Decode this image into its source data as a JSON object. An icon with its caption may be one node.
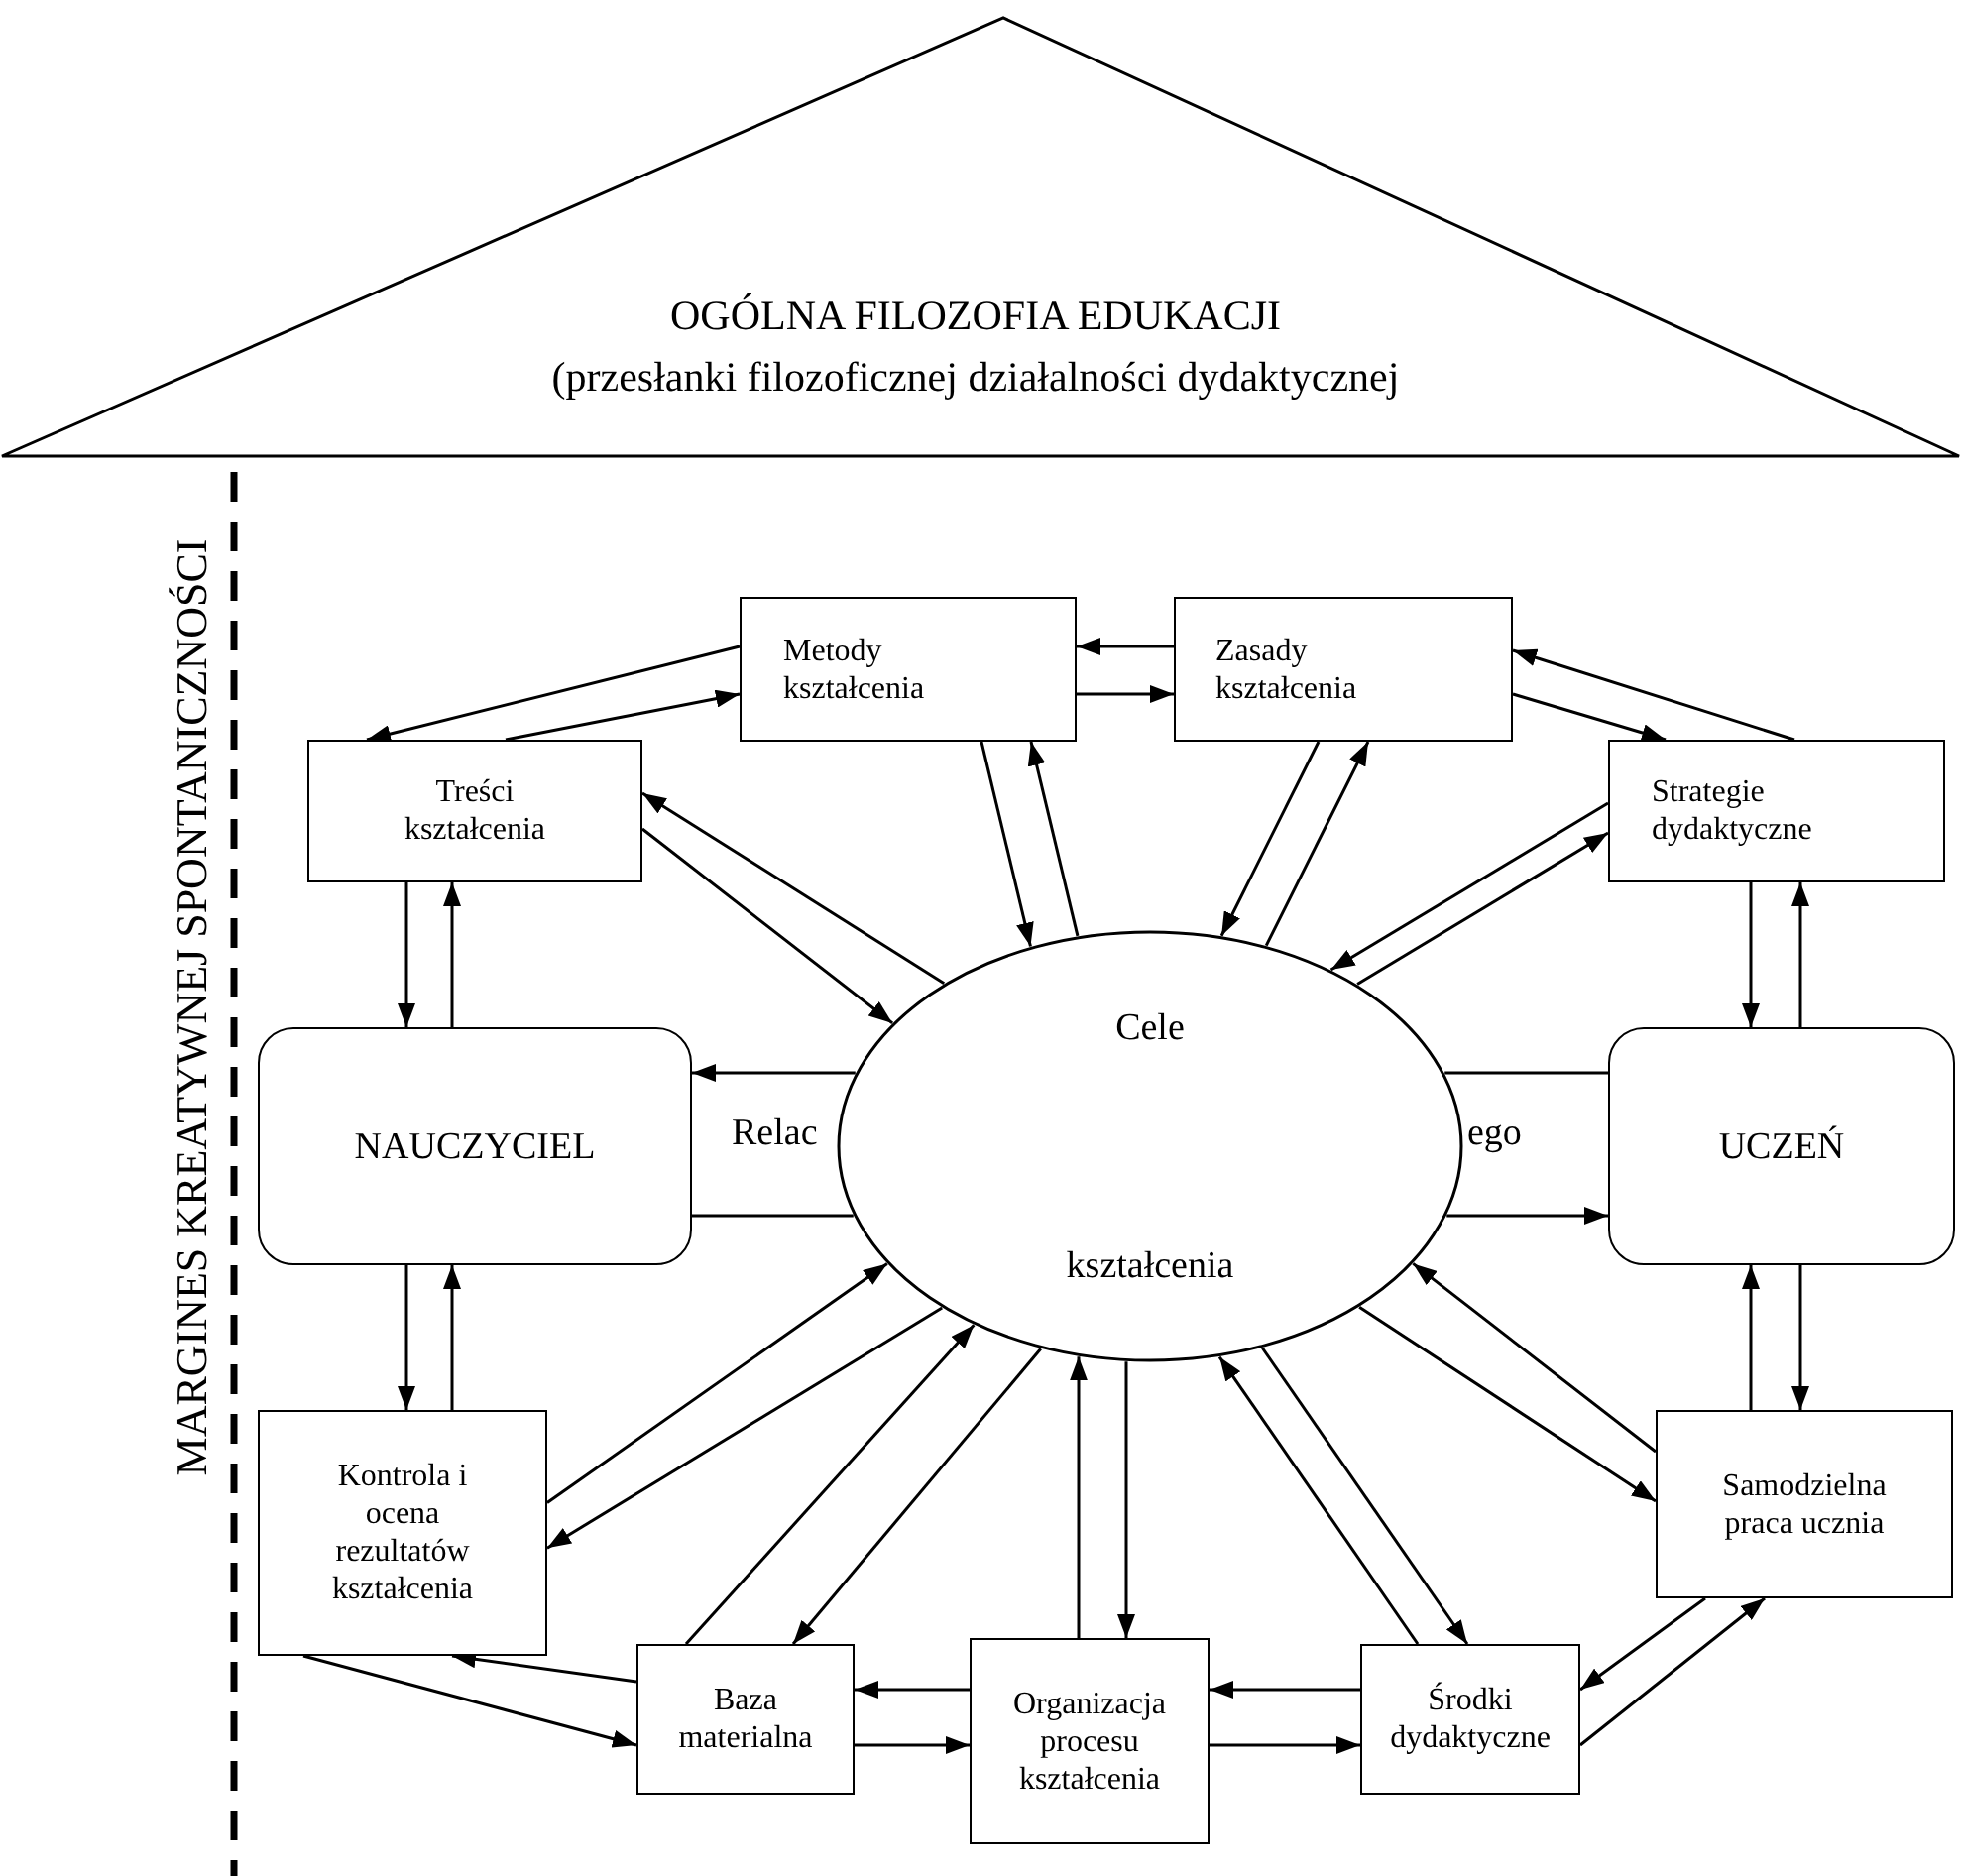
{
  "diagram": {
    "nodes": [
      {
        "text": [
          "OGÓLNA FILOZOFIA EDUKACJI",
          "(przesłanki filozoficznej działalności dydaktycznej"
        ]
      },
      {
        "text": [
          "Metody kształcenia"
        ]
      },
      {
        "text": [
          "Zasady kształcenia"
        ]
      },
      {
        "text": [
          "Treści kształcenia"
        ]
      },
      {
        "text": [
          "Strategie dydaktyczne"
        ]
      },
      {
        "text": [
          "NAUCZYCIEL"
        ]
      },
      {
        "text": [
          "Cele",
          "kształcenia"
        ]
      },
      {
        "text": [
          "UCZEŃ"
        ]
      },
      {
        "text": [
          "Kontrola i ocena rezultatów kształcenia"
        ]
      },
      {
        "text": [
          "Samodzielna praca ucznia"
        ]
      },
      {
        "text": [
          "Baza materialna"
        ]
      },
      {
        "text": [
          "Organizacja procesu kształcenia"
        ]
      },
      {
        "text": [
          "Środki dydaktyczne"
        ]
      }
    ],
    "edges": [
      {
        "from": 2,
        "to": 1,
        "arrow": "to"
      },
      {
        "from": 1,
        "to": 2,
        "arrow": "to"
      },
      {
        "from": 1,
        "to": 3,
        "arrow": "to"
      },
      {
        "from": 3,
        "to": 1,
        "arrow": "to"
      },
      {
        "from": 4,
        "to": 2,
        "arrow": "to"
      },
      {
        "from": 2,
        "to": 4,
        "arrow": "to"
      },
      {
        "from": 1,
        "to": 6,
        "arrow": "to"
      },
      {
        "from": 6,
        "to": 1,
        "arrow": "to"
      },
      {
        "from": 2,
        "to": 6,
        "arrow": "to"
      },
      {
        "from": 6,
        "to": 2,
        "arrow": "to"
      },
      {
        "from": 6,
        "to": 4,
        "arrow": "to"
      },
      {
        "from": 4,
        "to": 6,
        "arrow": "to"
      },
      {
        "from": 6,
        "to": 3,
        "arrow": "to"
      },
      {
        "from": 3,
        "to": 6,
        "arrow": "to"
      },
      {
        "from": 3,
        "to": 5,
        "arrow": "to"
      },
      {
        "from": 5,
        "to": 3,
        "arrow": "to"
      },
      {
        "from": 4,
        "to": 7,
        "arrow": "to"
      },
      {
        "from": 7,
        "to": 4,
        "arrow": "to"
      },
      {
        "from": 6,
        "to": 5,
        "arrow": "to"
      },
      {
        "from": 5,
        "to": 6,
        "arrow": "none"
      },
      {
        "from": 5,
        "to": 8,
        "arrow": "to"
      },
      {
        "from": 8,
        "to": 5,
        "arrow": "to"
      },
      {
        "from": 9,
        "to": 7,
        "arrow": "to"
      },
      {
        "from": 7,
        "to": 9,
        "arrow": "to"
      },
      {
        "from": 8,
        "to": 6,
        "arrow": "to"
      },
      {
        "from": 6,
        "to": 8,
        "arrow": "to"
      },
      {
        "from": 10,
        "to": 6,
        "arrow": "to"
      },
      {
        "from": 6,
        "to": 10,
        "arrow": "to"
      },
      {
        "from": 11,
        "to": 6,
        "arrow": "to"
      },
      {
        "from": 6,
        "to": 11,
        "arrow": "to"
      },
      {
        "from": 12,
        "to": 6,
        "arrow": "to"
      },
      {
        "from": 6,
        "to": 12,
        "arrow": "to"
      },
      {
        "from": 9,
        "to": 6,
        "arrow": "to"
      },
      {
        "from": 6,
        "to": 9,
        "arrow": "to"
      },
      {
        "from": 10,
        "to": 8,
        "arrow": "to"
      },
      {
        "from": 8,
        "to": 10,
        "arrow": "to"
      },
      {
        "from": 11,
        "to": 10,
        "arrow": "to"
      },
      {
        "from": 10,
        "to": 11,
        "arrow": "to"
      },
      {
        "from": 12,
        "to": 11,
        "arrow": "to"
      },
      {
        "from": 11,
        "to": 12,
        "arrow": "to"
      },
      {
        "from": 9,
        "to": 12,
        "arrow": "to"
      },
      {
        "from": 12,
        "to": 9,
        "arrow": "to"
      },
      {
        "from": 7,
        "to": 6,
        "arrow": "none"
      },
      {
        "from": 6,
        "to": 7,
        "arrow": "to"
      }
    ],
    "labels": [
      "MARGINES KREATYWNEJ SPONTANICZNOŚCI",
      "Relac",
      "ego"
    ]
  }
}
